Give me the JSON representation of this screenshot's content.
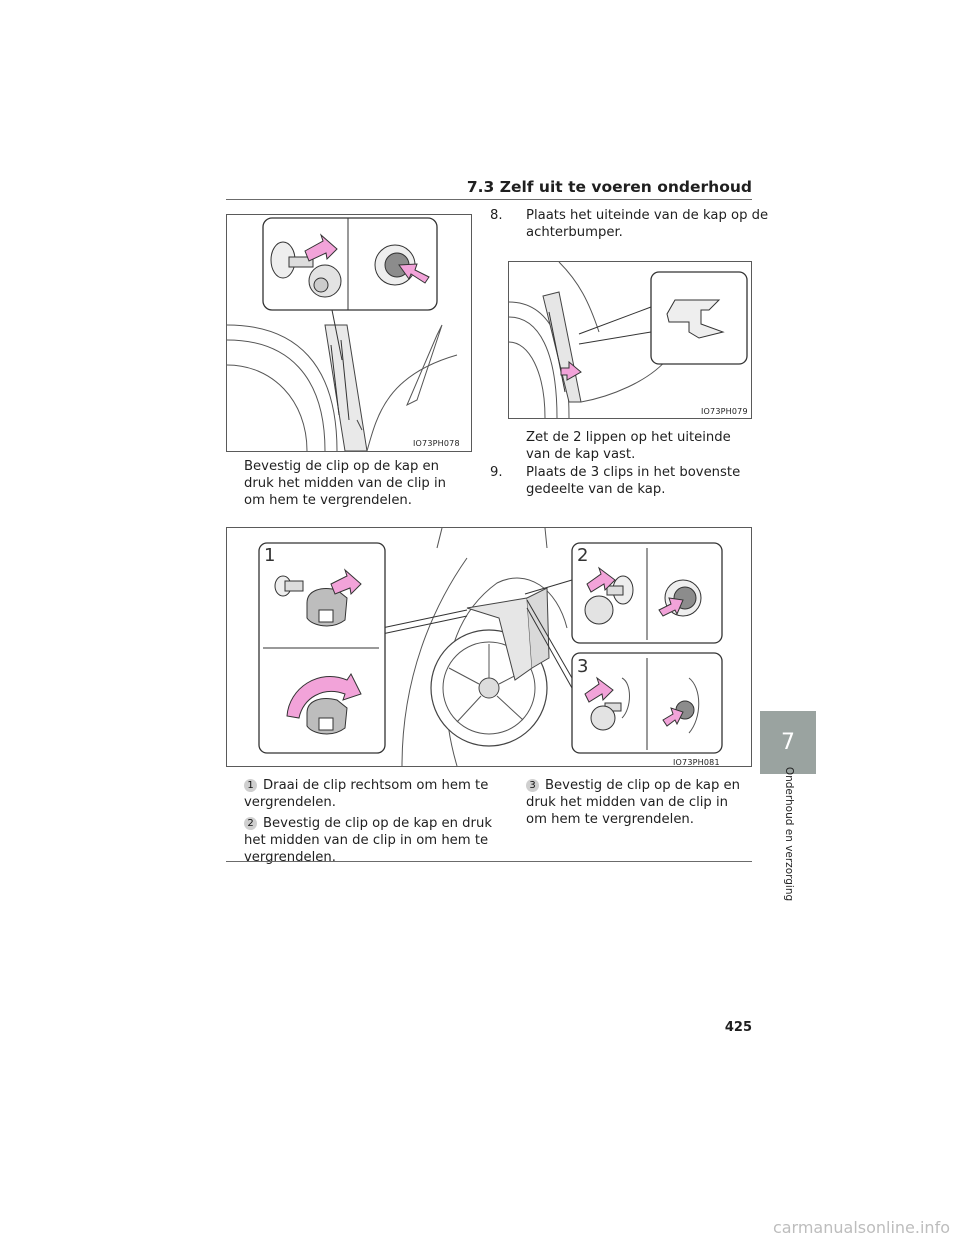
{
  "header": {
    "title": "7.3  Zelf uit te voeren onderhoud"
  },
  "figures": {
    "fig1": {
      "code": "IO73PH078"
    },
    "fig2": {
      "code": "IO73PH079"
    },
    "fig3": {
      "code": "IO73PH081",
      "callout_1": "1",
      "callout_2": "2",
      "callout_3": "3"
    }
  },
  "left_col": {
    "caption": "Bevestig de clip op de kap en druk het midden van de clip in om hem te vergrendelen."
  },
  "right_col": {
    "step8_num": "8.",
    "step8_text": "Plaats het uiteinde van de kap op de achterbumper.",
    "step8_note": "Zet de 2 lippen op het uiteinde van de kap vast.",
    "step9_num": "9.",
    "step9_text": "Plaats de 3 clips in het bovenste gedeelte van de kap."
  },
  "notes": {
    "n1_badge": "1",
    "n1_text": "Draai de clip rechtsom om hem te vergrendelen.",
    "n2_badge": "2",
    "n2_text": "Bevestig de clip op de kap en druk het midden van de clip in om hem te vergrendelen.",
    "n3_badge": "3",
    "n3_text": "Bevestig de clip op de kap en druk het midden van de clip in om hem te vergrendelen."
  },
  "side": {
    "chapter_number": "7",
    "chapter_label": "Onderhoud en verzorging"
  },
  "page_number": "425",
  "watermark": "carmanualsonline.info",
  "colors": {
    "arrow_pink": "#f2a3d9",
    "tab_gray": "#9aa3a0"
  }
}
